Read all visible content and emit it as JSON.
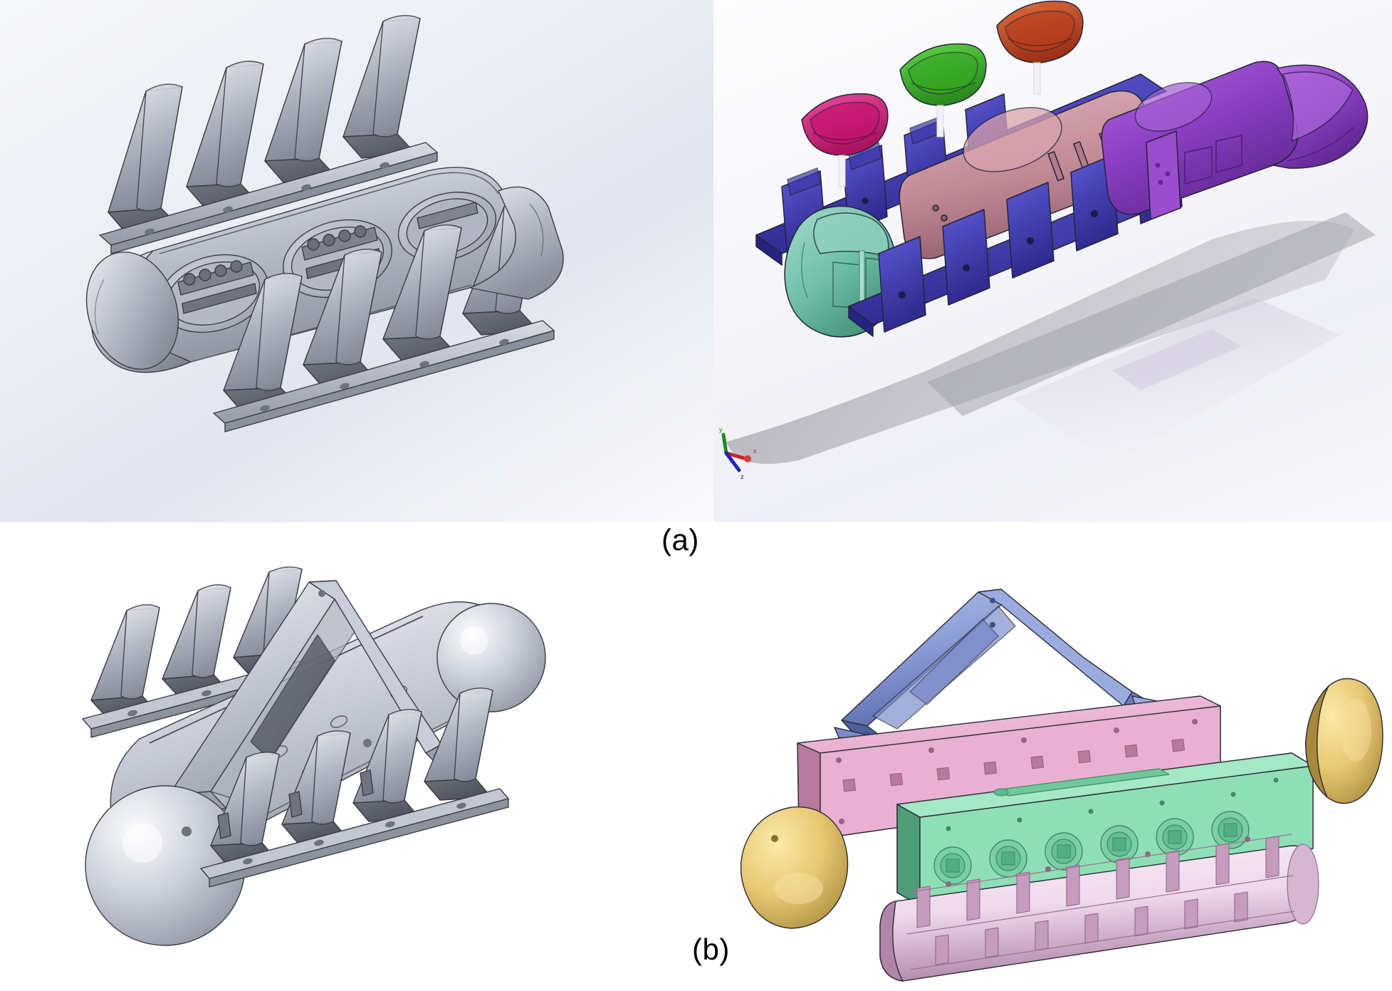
{
  "figure": {
    "title": "Underwater robot CAD assembly and exploded views",
    "panels": [
      {
        "id": "a-left",
        "name": "assembled-gray-render",
        "description": "Shaded gray CAD render of the multi-fin underwater robot assembly",
        "view_type": "assembled",
        "render_style": "shaded-gray",
        "background": "#e9ecf3"
      },
      {
        "id": "a-right",
        "name": "exploded-color-render",
        "description": "Color-coded exploded CAD view of the same robot with reflective floor",
        "view_type": "exploded",
        "render_style": "color-coded-transparent",
        "background": "#f7f7fb"
      },
      {
        "id": "b-left",
        "name": "assembled-gray-render-alt-angle",
        "description": "Shaded gray CAD render from a second viewing angle with truss bracket visible",
        "view_type": "assembled",
        "render_style": "shaded-gray",
        "background": "#ffffff"
      },
      {
        "id": "b-right",
        "name": "exploded-color-modules",
        "description": "Color-coded exploded view of internal modules: domes, plates, pressure box and finned shell",
        "view_type": "exploded",
        "render_style": "color-coded-opaque",
        "background": "#ffffff"
      }
    ],
    "captions": [
      {
        "id": "a",
        "label": "(a)"
      },
      {
        "id": "b",
        "label": "(b)"
      }
    ],
    "colors": {
      "gray_body_light": "#d3d7e0",
      "gray_body_mid": "#a9aeba",
      "gray_body_dark": "#7d828f",
      "gray_shadow": "#5b606c",
      "outline": "#2f3238",
      "blue_frame": "#3a36a8",
      "blue_frame_light": "#4d48c4",
      "purple_nose": "#8c3fc4",
      "purple_nose_dark": "#6a2a9c",
      "teal_nose": "#6fbfa8",
      "teal_nose_dark": "#4f9c86",
      "mauve_cylinder": "#c08a96",
      "mauve_cylinder_light": "#d9a8b2",
      "fin_magenta": "#d61a7a",
      "fin_green": "#3fb52a",
      "fin_orange": "#c4411f",
      "floor_reflection": "#c9c2d4",
      "module_blue": "#8e9fd8",
      "module_pink": "#e6a8cc",
      "module_pink_dark": "#b77a9c",
      "module_green": "#8ad9b0",
      "module_green_dark": "#52a87c",
      "module_lavender": "#efd9ec",
      "module_lavender_dark": "#b085a8",
      "module_gold": "#e8c873",
      "module_gold_dark": "#a8893c"
    },
    "coordinate_triad": {
      "name": "origin-axis-triad",
      "axes": [
        {
          "label": "x",
          "color": "#cc2222"
        },
        {
          "label": "y",
          "color": "#1f8a1f"
        },
        {
          "label": "z",
          "color": "#2222bb"
        }
      ]
    }
  }
}
